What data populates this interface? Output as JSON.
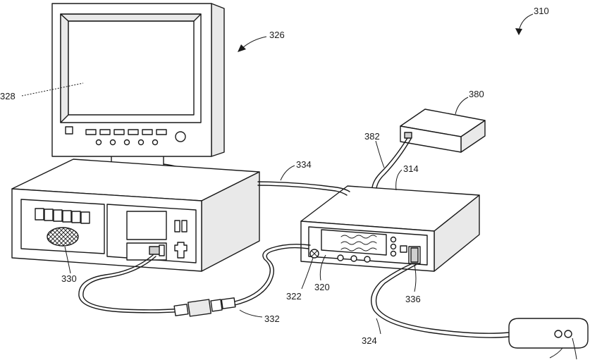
{
  "labels": {
    "system": "310",
    "housing": "314",
    "control_unit": "320",
    "indicator": "322",
    "cable_to_sensor": "324",
    "computer_arrow": "326",
    "monitor": "328",
    "computer": "330",
    "cable_to_computer": "332",
    "cable_top": "334",
    "connector": "336",
    "module": "380",
    "module_cable": "382"
  }
}
